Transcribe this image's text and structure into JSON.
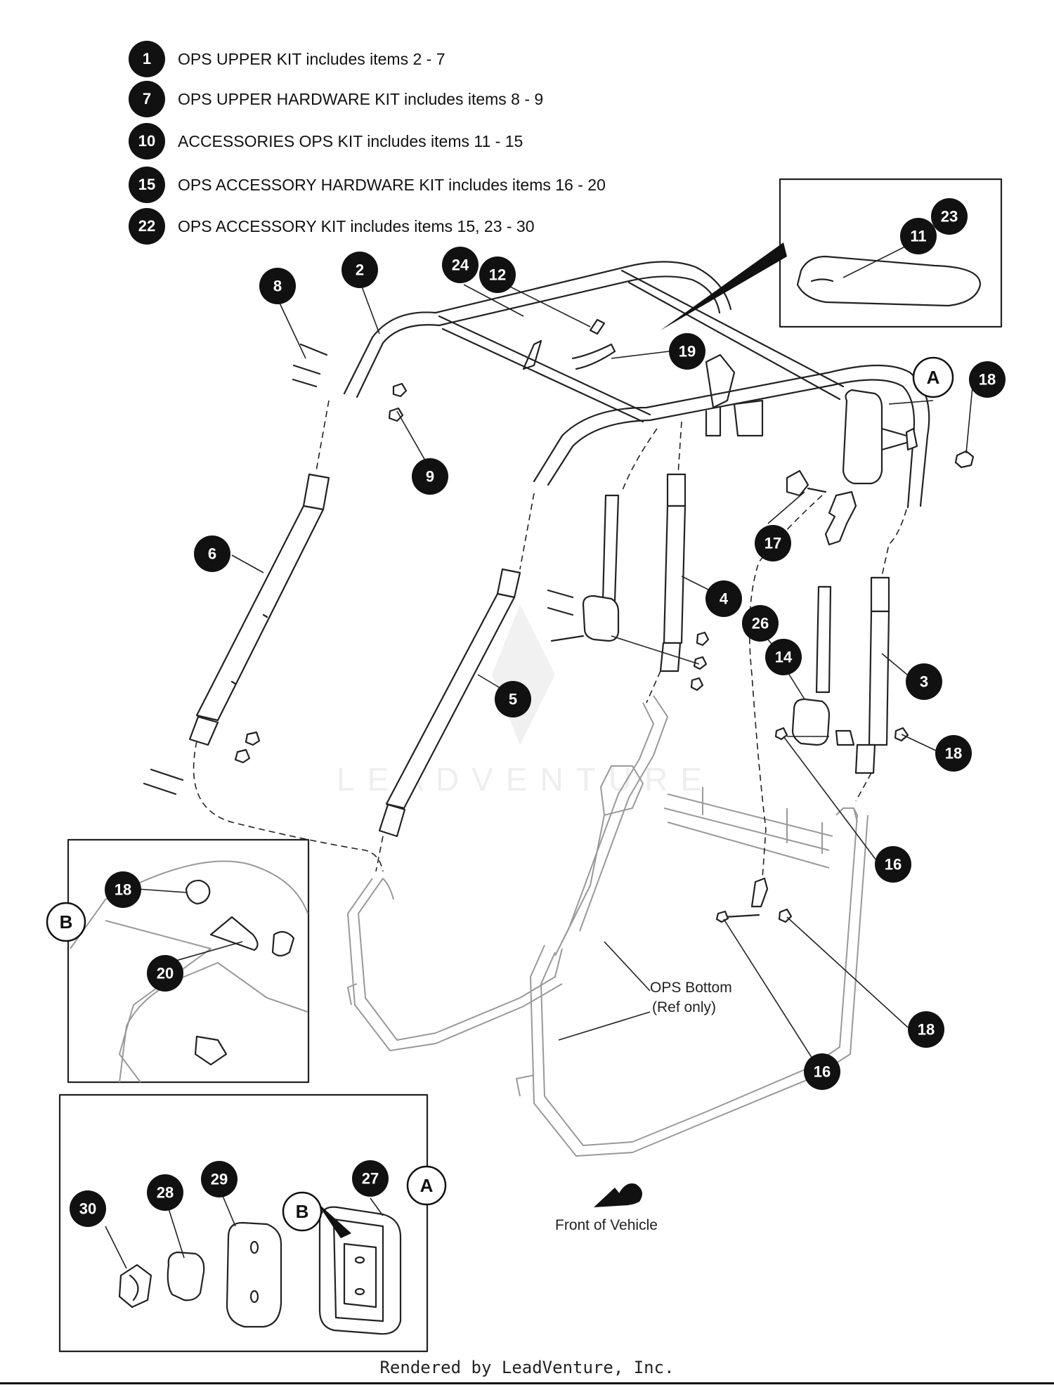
{
  "legend": [
    {
      "num": "1",
      "text": "OPS UPPER KIT includes items 2 - 7"
    },
    {
      "num": "7",
      "text": "OPS UPPER HARDWARE KIT includes items 8 - 9"
    },
    {
      "num": "10",
      "text": "ACCESSORIES OPS KIT includes items 11 - 15"
    },
    {
      "num": "15",
      "text": "OPS ACCESSORY HARDWARE KIT includes items 16 - 20"
    },
    {
      "num": "22",
      "text": "OPS ACCESSORY KIT includes items 15, 23 - 30"
    }
  ],
  "callouts": {
    "c8": "8",
    "c2": "2",
    "c24": "24",
    "c12": "12",
    "c19": "19",
    "c11": "11",
    "c23": "23",
    "cA_top": "A",
    "c18_top": "18",
    "c9": "9",
    "c6": "6",
    "c17": "17",
    "c4": "4",
    "c26": "26",
    "c14": "14",
    "c3": "3",
    "c5": "5",
    "c18_mid": "18",
    "c16_mid": "16",
    "c18_inset": "18",
    "cB_inset": "B",
    "c20": "20",
    "c18_low": "18",
    "c16_low": "16",
    "c30": "30",
    "c28": "28",
    "c29": "29",
    "cB_small": "B",
    "c27": "27",
    "cA_inset": "A"
  },
  "labels": {
    "ops_bottom_1": "OPS Bottom",
    "ops_bottom_2": "(Ref only)",
    "front_of_vehicle": "Front of Vehicle"
  },
  "watermark": "LEADVENTURE",
  "footer": "Rendered by LeadVenture, Inc."
}
